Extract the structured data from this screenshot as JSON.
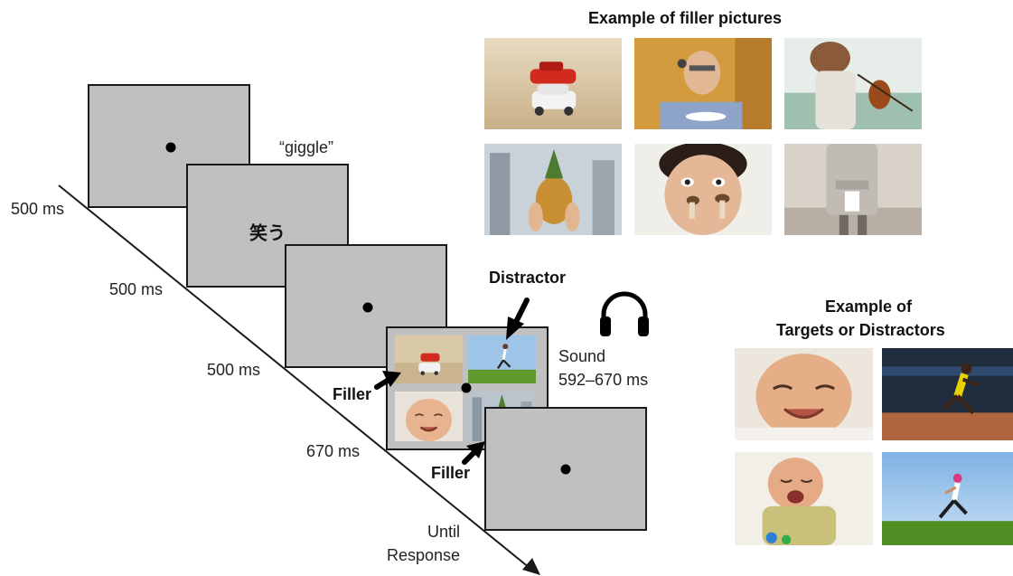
{
  "timeline": {
    "durations": [
      "500 ms",
      "500 ms",
      "500 ms",
      "670 ms"
    ],
    "final": [
      "Until",
      "Response"
    ]
  },
  "stimuli": {
    "word_gloss": "“giggle”",
    "word_display": "笑う",
    "sound_label": "Sound",
    "sound_duration": "592–670 ms",
    "distractor_label": "Distractor",
    "filler_label_1": "Filler",
    "filler_label_2": "Filler",
    "headphones_icon": "headphones-icon"
  },
  "filler_examples": {
    "title": "Example of filler pictures",
    "images": [
      "toy-cars-photo",
      "elderly-man-eating-photo",
      "violinist-photo",
      "pineapple-photo",
      "boy-with-mushrooms-photo",
      "woman-holding-paper-photo"
    ]
  },
  "target_examples": {
    "title_line1": "Example of",
    "title_line2": "Targets or Distractors",
    "images": [
      "smiling-baby-photo",
      "sprinter-photo",
      "crying-baby-photo",
      "running-woman-photo"
    ]
  },
  "colors": {
    "screen_gray": "#c0c0c0",
    "frame": "#1a1a1a",
    "timeline": "#1a1a1a"
  }
}
